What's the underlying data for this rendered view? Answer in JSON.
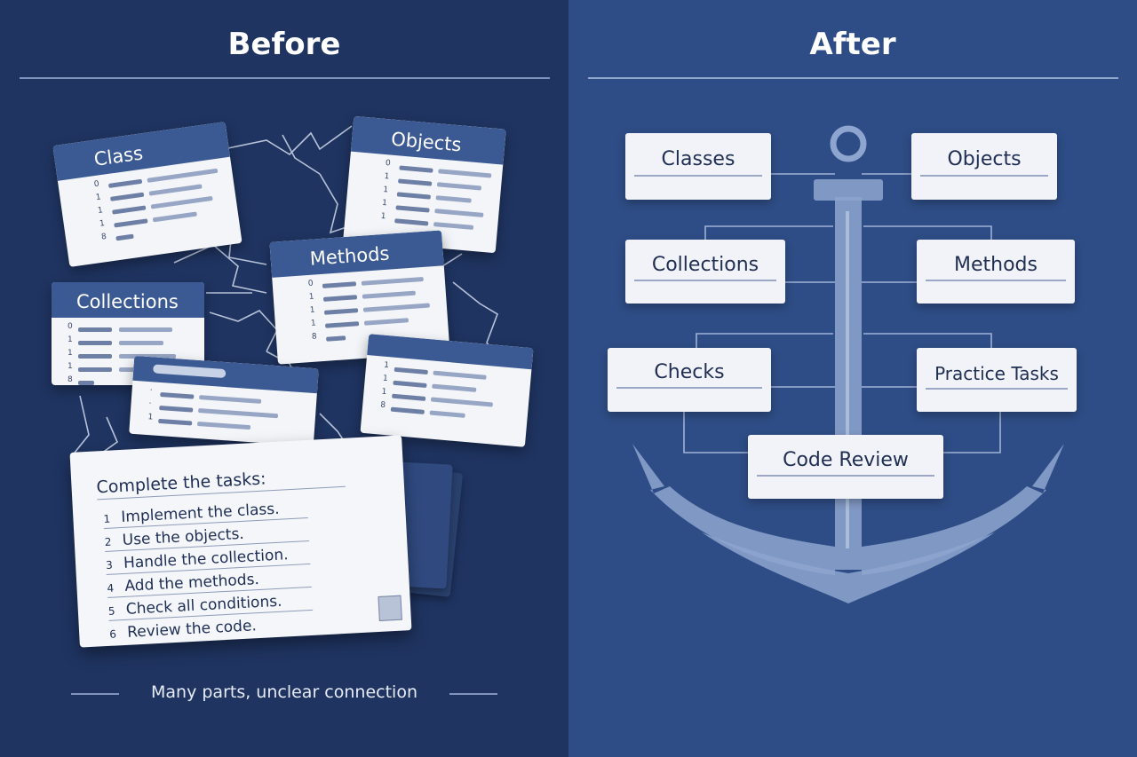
{
  "before": {
    "title": "Before",
    "caption": "Many parts, unclear connection",
    "cards": {
      "class": "Class",
      "objects": "Objects",
      "methods": "Methods",
      "collections": "Collections"
    },
    "tasks": {
      "title": "Complete the tasks:",
      "items": [
        {
          "num": "1",
          "text": "Implement the class."
        },
        {
          "num": "2",
          "text": "Use the objects."
        },
        {
          "num": "3",
          "text": "Handle the collection."
        },
        {
          "num": "4",
          "text": "Add the methods."
        },
        {
          "num": "5",
          "text": "Check all conditions."
        },
        {
          "num": "6",
          "text": "Review the code."
        }
      ]
    }
  },
  "after": {
    "title": "After",
    "boxes": {
      "classes": "Classes",
      "objects": "Objects",
      "collections": "Collections",
      "methods": "Methods",
      "checks": "Checks",
      "practice_tasks": "Practice Tasks",
      "code_review": "Code Review"
    }
  },
  "colors": {
    "left_bg": "#1f3461",
    "right_bg": "#2e4d86",
    "card_header": "#3b5a93",
    "anchor": "#8ea6cf"
  }
}
